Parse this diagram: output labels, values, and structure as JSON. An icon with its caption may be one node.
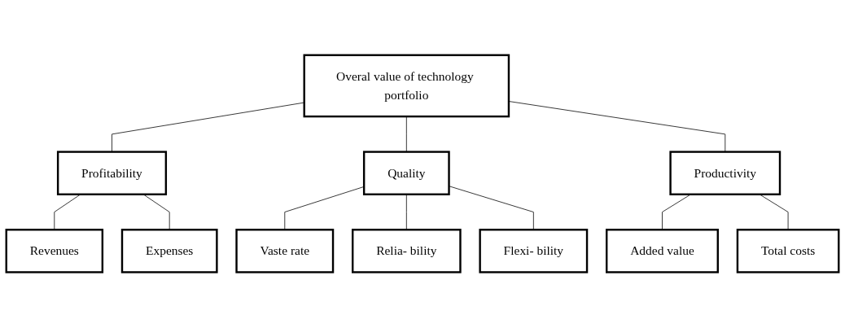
{
  "diagram": {
    "nodes": [
      {
        "text": [
          "Overal value of technology portfolio"
        ]
      },
      {
        "text": [
          "Profitability"
        ]
      },
      {
        "text": [
          "Quality"
        ]
      },
      {
        "text": [
          "Productivity"
        ]
      },
      {
        "text": [
          "Revenues"
        ]
      },
      {
        "text": [
          "Expenses"
        ]
      },
      {
        "text": [
          "Vaste rate"
        ]
      },
      {
        "text": [
          "Relia- bility"
        ]
      },
      {
        "text": [
          "Flexi- bility"
        ]
      },
      {
        "text": [
          "Added value"
        ]
      },
      {
        "text": [
          "Total costs"
        ]
      }
    ],
    "edges": [
      {
        "from": 0,
        "to": 1,
        "arrow": "none"
      },
      {
        "from": 0,
        "to": 2,
        "arrow": "none"
      },
      {
        "from": 0,
        "to": 3,
        "arrow": "none"
      },
      {
        "from": 1,
        "to": 4,
        "arrow": "none"
      },
      {
        "from": 1,
        "to": 5,
        "arrow": "none"
      },
      {
        "from": 2,
        "to": 6,
        "arrow": "none"
      },
      {
        "from": 2,
        "to": 7,
        "arrow": "none"
      },
      {
        "from": 2,
        "to": 8,
        "arrow": "none"
      },
      {
        "from": 3,
        "to": 9,
        "arrow": "none"
      },
      {
        "from": 3,
        "to": 10,
        "arrow": "none"
      }
    ]
  }
}
